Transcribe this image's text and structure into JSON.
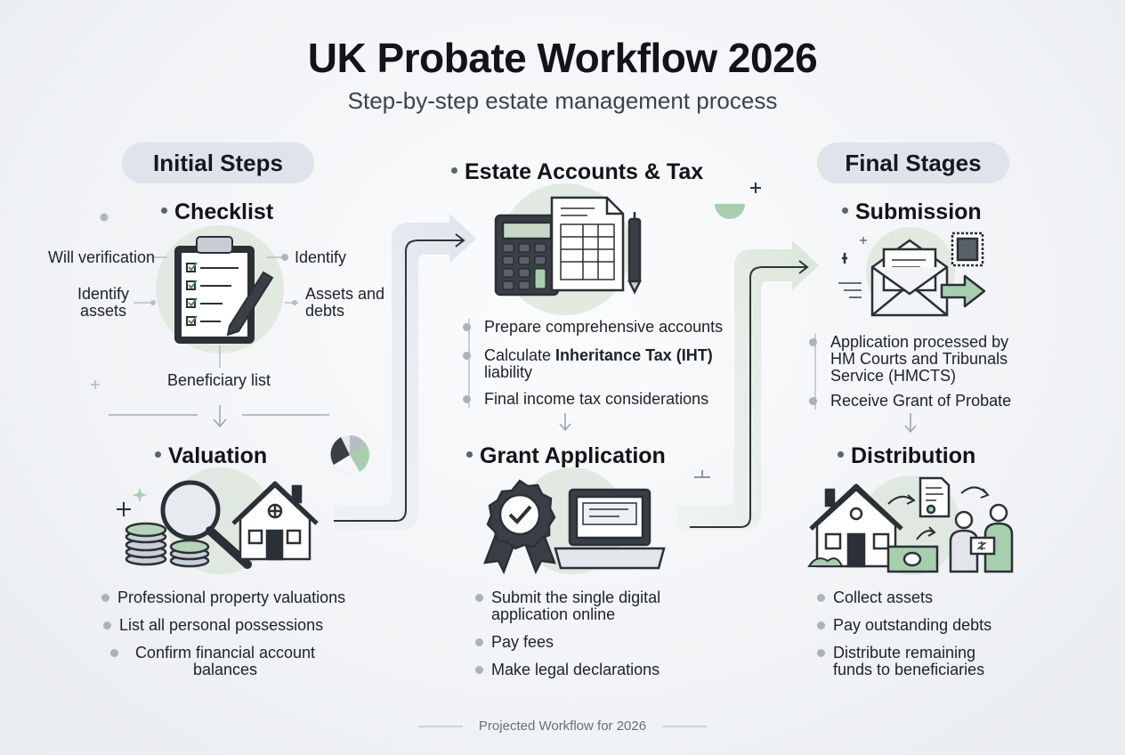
{
  "title": "UK Probate Workflow 2026",
  "subtitle": "Step-by-step estate management process",
  "columns": [
    {
      "header": "Initial Steps",
      "sections": [
        {
          "heading": "Checklist",
          "labels": [
            "Will verification",
            "Identify",
            "Identify assets",
            "Assets and debts",
            "Beneficiary list"
          ]
        },
        {
          "heading": "Valuation",
          "items": [
            "Professional property valuations",
            "List all personal possessions",
            "Confirm financial account balances"
          ]
        }
      ]
    },
    {
      "header": "",
      "sections": [
        {
          "heading": "Estate Accounts & Tax",
          "items": [
            "Prepare comprehensive accounts",
            {
              "pre": "Calculate ",
              "bold": "Inheritance Tax (IHT)",
              "post": " liability"
            },
            "Final income tax considerations"
          ]
        },
        {
          "heading": "Grant Application",
          "items": [
            "Submit the single digital application online",
            "Pay fees",
            "Make legal declarations"
          ]
        }
      ]
    },
    {
      "header": "Final Stages",
      "sections": [
        {
          "heading": "Submission",
          "items": [
            "Application processed by HM Courts and Tribunals Service (HMCTS)",
            "Receive Grant of Probate"
          ]
        },
        {
          "heading": "Distribution",
          "items": [
            "Collect assets",
            "Pay outstanding debts",
            "Distribute remaining funds to beneficiaries"
          ]
        }
      ]
    }
  ],
  "footer": "Projected Workflow for 2026",
  "colors": {
    "accent_green": "#a7cfae",
    "ink": "#2b3036",
    "pill_bg": "#dfe4ea",
    "bullet": "#a9b3bf"
  }
}
